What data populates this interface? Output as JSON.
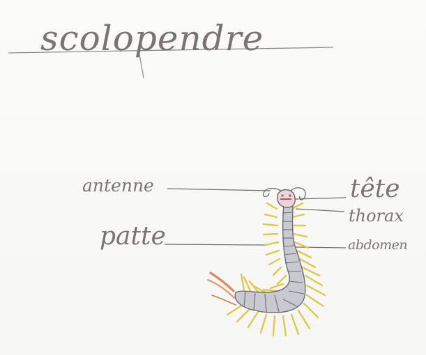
{
  "title": "scolopendre",
  "labels": {
    "antenne": "antenne",
    "patte": "patte",
    "tete": "tête",
    "thorax": "thorax",
    "abdomen": "abdomen"
  },
  "colors": {
    "pencil": "#7a7472",
    "body": "#c9c9d2",
    "legs": "#e2c84a",
    "tail": "#e0885a",
    "head_accent": "#c0506a"
  }
}
